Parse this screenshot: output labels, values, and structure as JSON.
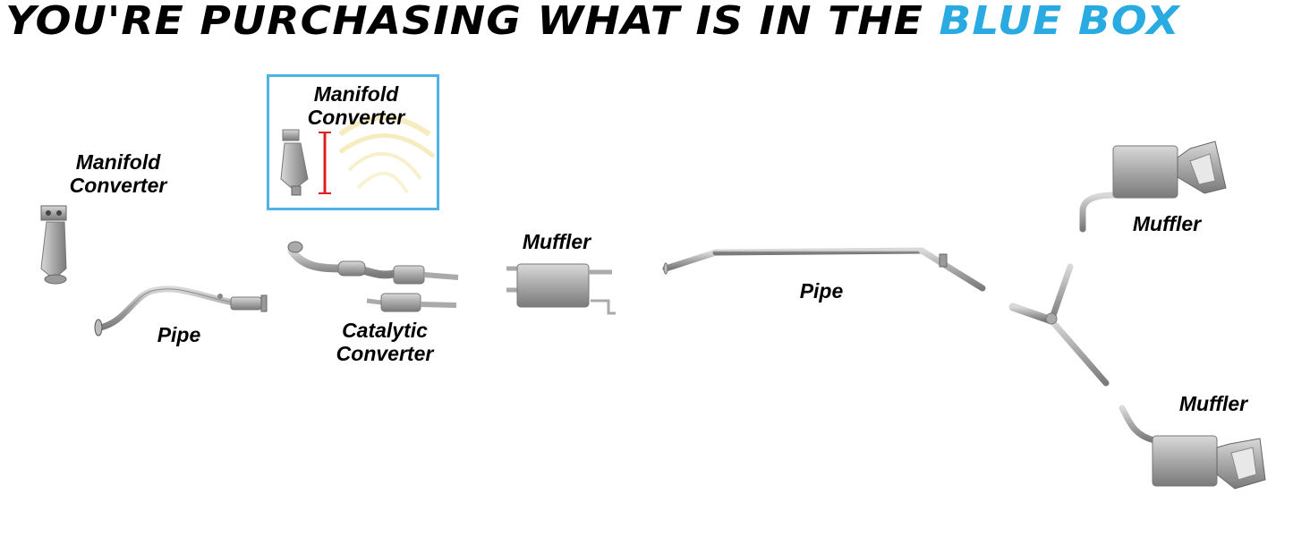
{
  "headline": {
    "prefix": "YOU'RE PURCHASING WHAT IS IN THE",
    "highlight": "BLUE BOX"
  },
  "colors": {
    "highlight": "#29abe2",
    "box_border": "#4fb3e6",
    "measure_marker": "#e02020",
    "part_metal": "#a8a8a8"
  },
  "parts": {
    "selected_manifold_converter": {
      "line1": "Manifold",
      "line2": "Converter"
    },
    "manifold_converter": {
      "line1": "Manifold",
      "line2": "Converter"
    },
    "front_pipe": {
      "label": "Pipe"
    },
    "catalytic_converter": {
      "line1": "Catalytic",
      "line2": "Converter"
    },
    "center_muffler": {
      "label": "Muffler"
    },
    "mid_pipe": {
      "label": "Pipe"
    },
    "rear_muffler_top": {
      "label": "Muffler"
    },
    "rear_muffler_bottom": {
      "label": "Muffler"
    }
  }
}
